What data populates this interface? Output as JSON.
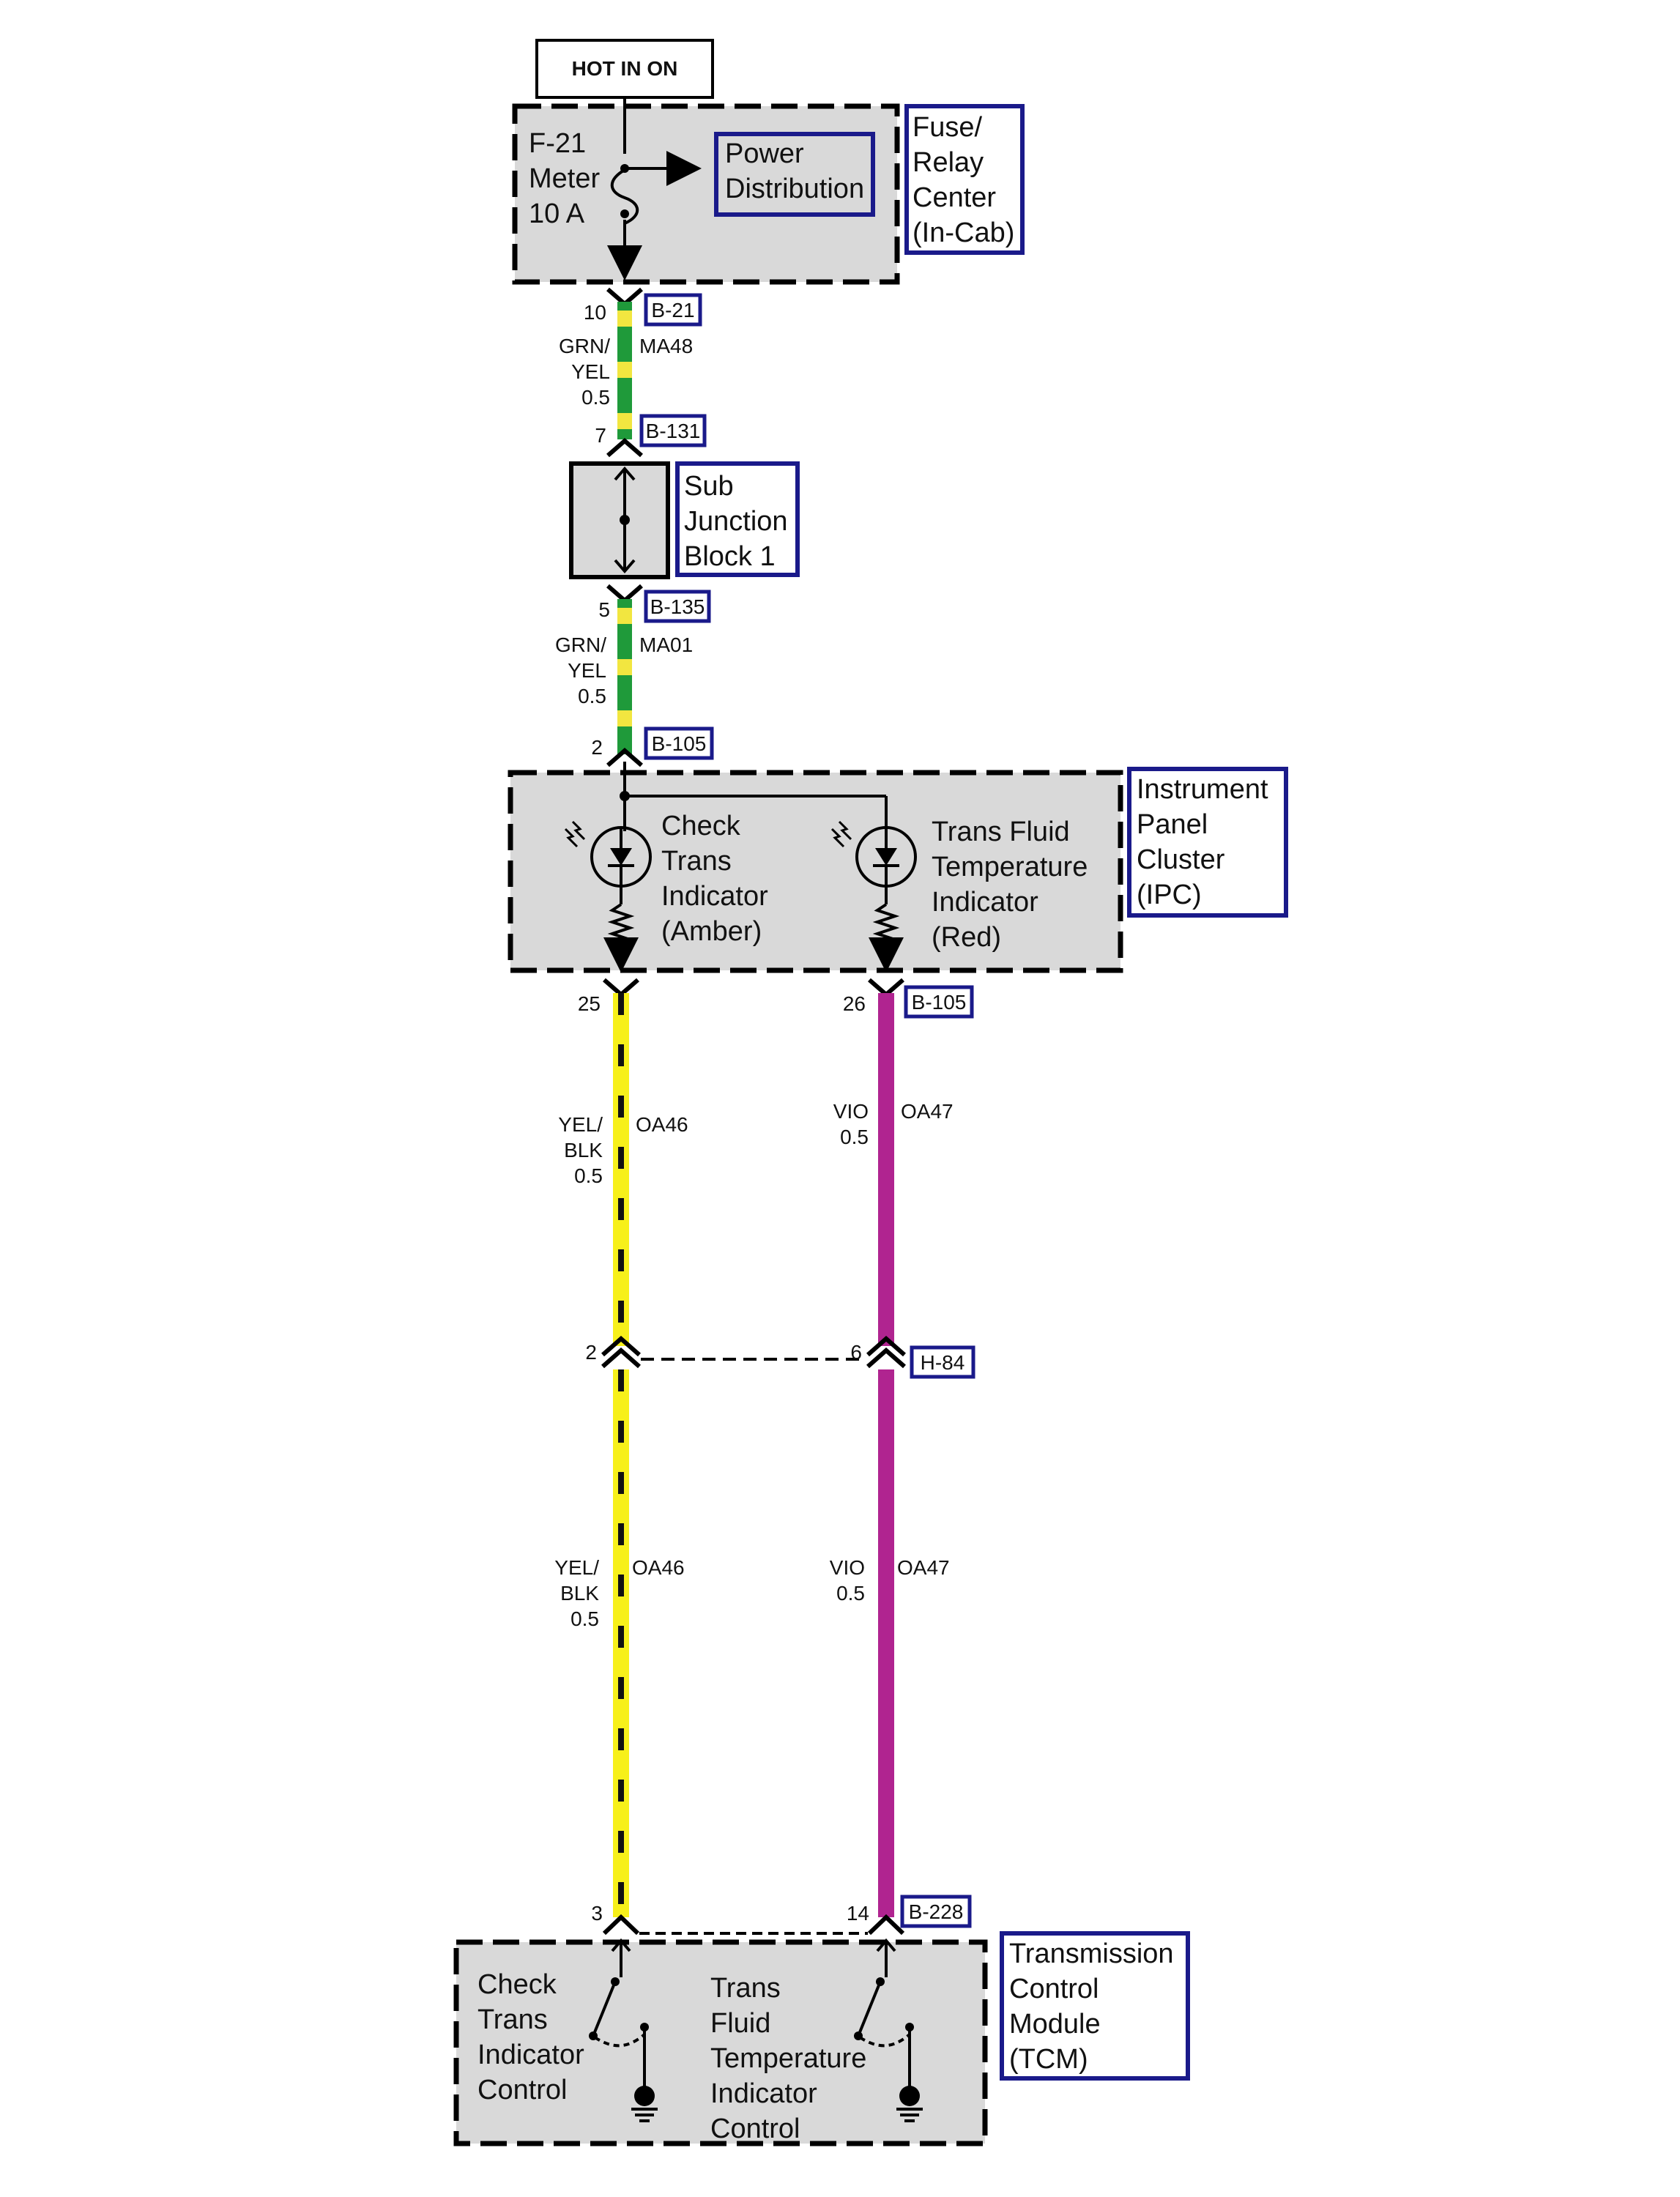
{
  "header_label": "HOT IN ON",
  "fuse_box": {
    "fuse_lines": [
      "F-21",
      "Meter",
      "10 A"
    ],
    "power_distribution": [
      "Power",
      "Distribution"
    ],
    "label_lines": [
      "Fuse/",
      "Relay",
      "Center",
      "(In-Cab)"
    ]
  },
  "upper_wire_1": {
    "top_pin": "10",
    "top_connector": "B-21",
    "color_lines": [
      "GRN/",
      "YEL",
      "0.5"
    ],
    "circuit": "MA48",
    "bottom_pin": "7",
    "bottom_connector": "B-131"
  },
  "sub_junction": {
    "label_lines": [
      "Sub",
      "Junction",
      "Block 1"
    ]
  },
  "upper_wire_2": {
    "top_pin": "5",
    "top_connector": "B-135",
    "color_lines": [
      "GRN/",
      "YEL",
      "0.5"
    ],
    "circuit": "MA01",
    "bottom_pin": "2",
    "bottom_connector": "B-105"
  },
  "ipc": {
    "label_lines": [
      "Instrument",
      "Panel",
      "Cluster",
      "(IPC)"
    ],
    "lamp1_lines": [
      "Check",
      "Trans",
      "Indicator",
      "(Amber)"
    ],
    "lamp2_lines": [
      "Trans Fluid",
      "Temperature",
      "Indicator",
      "(Red)"
    ]
  },
  "ipc_out": {
    "pin_left": "25",
    "pin_right": "26",
    "connector": "B-105"
  },
  "wire_left_1": {
    "color_lines": [
      "YEL/",
      "BLK",
      "0.5"
    ],
    "circuit": "OA46"
  },
  "wire_right_1": {
    "color_lines": [
      "VIO",
      "0.5"
    ],
    "circuit": "OA47"
  },
  "inline": {
    "pin_left": "2",
    "pin_right": "6",
    "connector": "H-84"
  },
  "wire_left_2": {
    "color_lines": [
      "YEL/",
      "BLK",
      "0.5"
    ],
    "circuit": "OA46"
  },
  "wire_right_2": {
    "color_lines": [
      "VIO",
      "0.5"
    ],
    "circuit": "OA47"
  },
  "tcm_in": {
    "pin_left": "3",
    "pin_right": "14",
    "connector": "B-228"
  },
  "tcm": {
    "label_lines": [
      "Transmission",
      "Control",
      "Module",
      "(TCM)"
    ],
    "control1_lines": [
      "Check",
      "Trans",
      "Indicator",
      "Control"
    ],
    "control2_lines": [
      "Trans",
      "Fluid",
      "Temperature",
      "Indicator",
      "Control"
    ]
  },
  "colors": {
    "grn": "#1f9a3a",
    "grn_stripe": "#f2e640",
    "yel": "#f7f01a",
    "vio": "#b02490",
    "label_border": "#1a1a8a",
    "component_fill": "#d9d9d9"
  }
}
